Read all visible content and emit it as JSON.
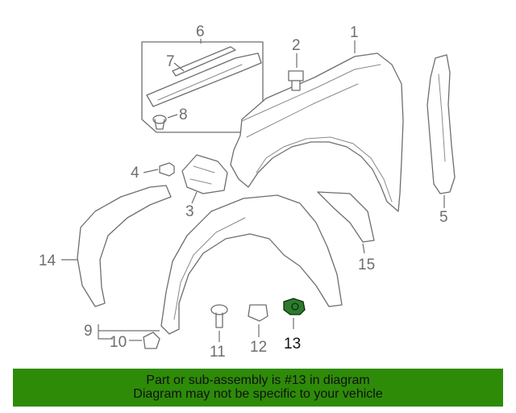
{
  "callouts": {
    "c1": "1",
    "c2": "2",
    "c3": "3",
    "c4": "4",
    "c5": "5",
    "c6": "6",
    "c7": "7",
    "c8": "8",
    "c9": "9",
    "c10": "10",
    "c11": "11",
    "c12": "12",
    "c13": "13",
    "c14": "14",
    "c15": "15"
  },
  "highlight": {
    "part": "13",
    "color": "#2d7a2d"
  },
  "footer": {
    "line1": "Part or sub-assembly is #13 in diagram",
    "line2": "Diagram may not be specific to your vehicle",
    "background": "#2e8b08"
  }
}
